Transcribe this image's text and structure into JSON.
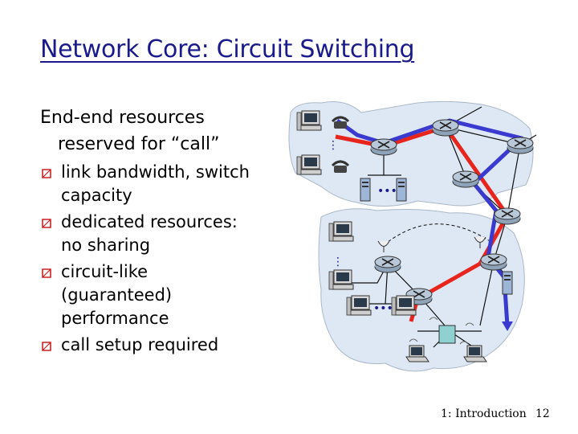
{
  "slide": {
    "title": "Network Core: Circuit Switching",
    "intro_line1": "End-end resources",
    "intro_line2": "reserved for “call”",
    "bullets": [
      {
        "text_lines": [
          "link bandwidth, switch",
          "capacity"
        ]
      },
      {
        "text_lines": [
          "dedicated resources:",
          "no sharing"
        ]
      },
      {
        "text_lines": [
          "circuit-like",
          "(guaranteed)",
          "performance"
        ]
      },
      {
        "text_lines": [
          "call setup required"
        ]
      }
    ],
    "footer_section": "1: Introduction",
    "page_number": "12"
  },
  "colors": {
    "title": "#1a1a8c",
    "bullet_mark": "#cc2222",
    "network_cloud": "#dde8f4",
    "circuit_red": "#e8251c",
    "circuit_blue": "#3a3ad0"
  },
  "icons": [
    "router-icon",
    "computer-icon",
    "telephone-icon",
    "server-icon",
    "laptop-icon",
    "base-station-icon",
    "satellite-dish-icon"
  ]
}
